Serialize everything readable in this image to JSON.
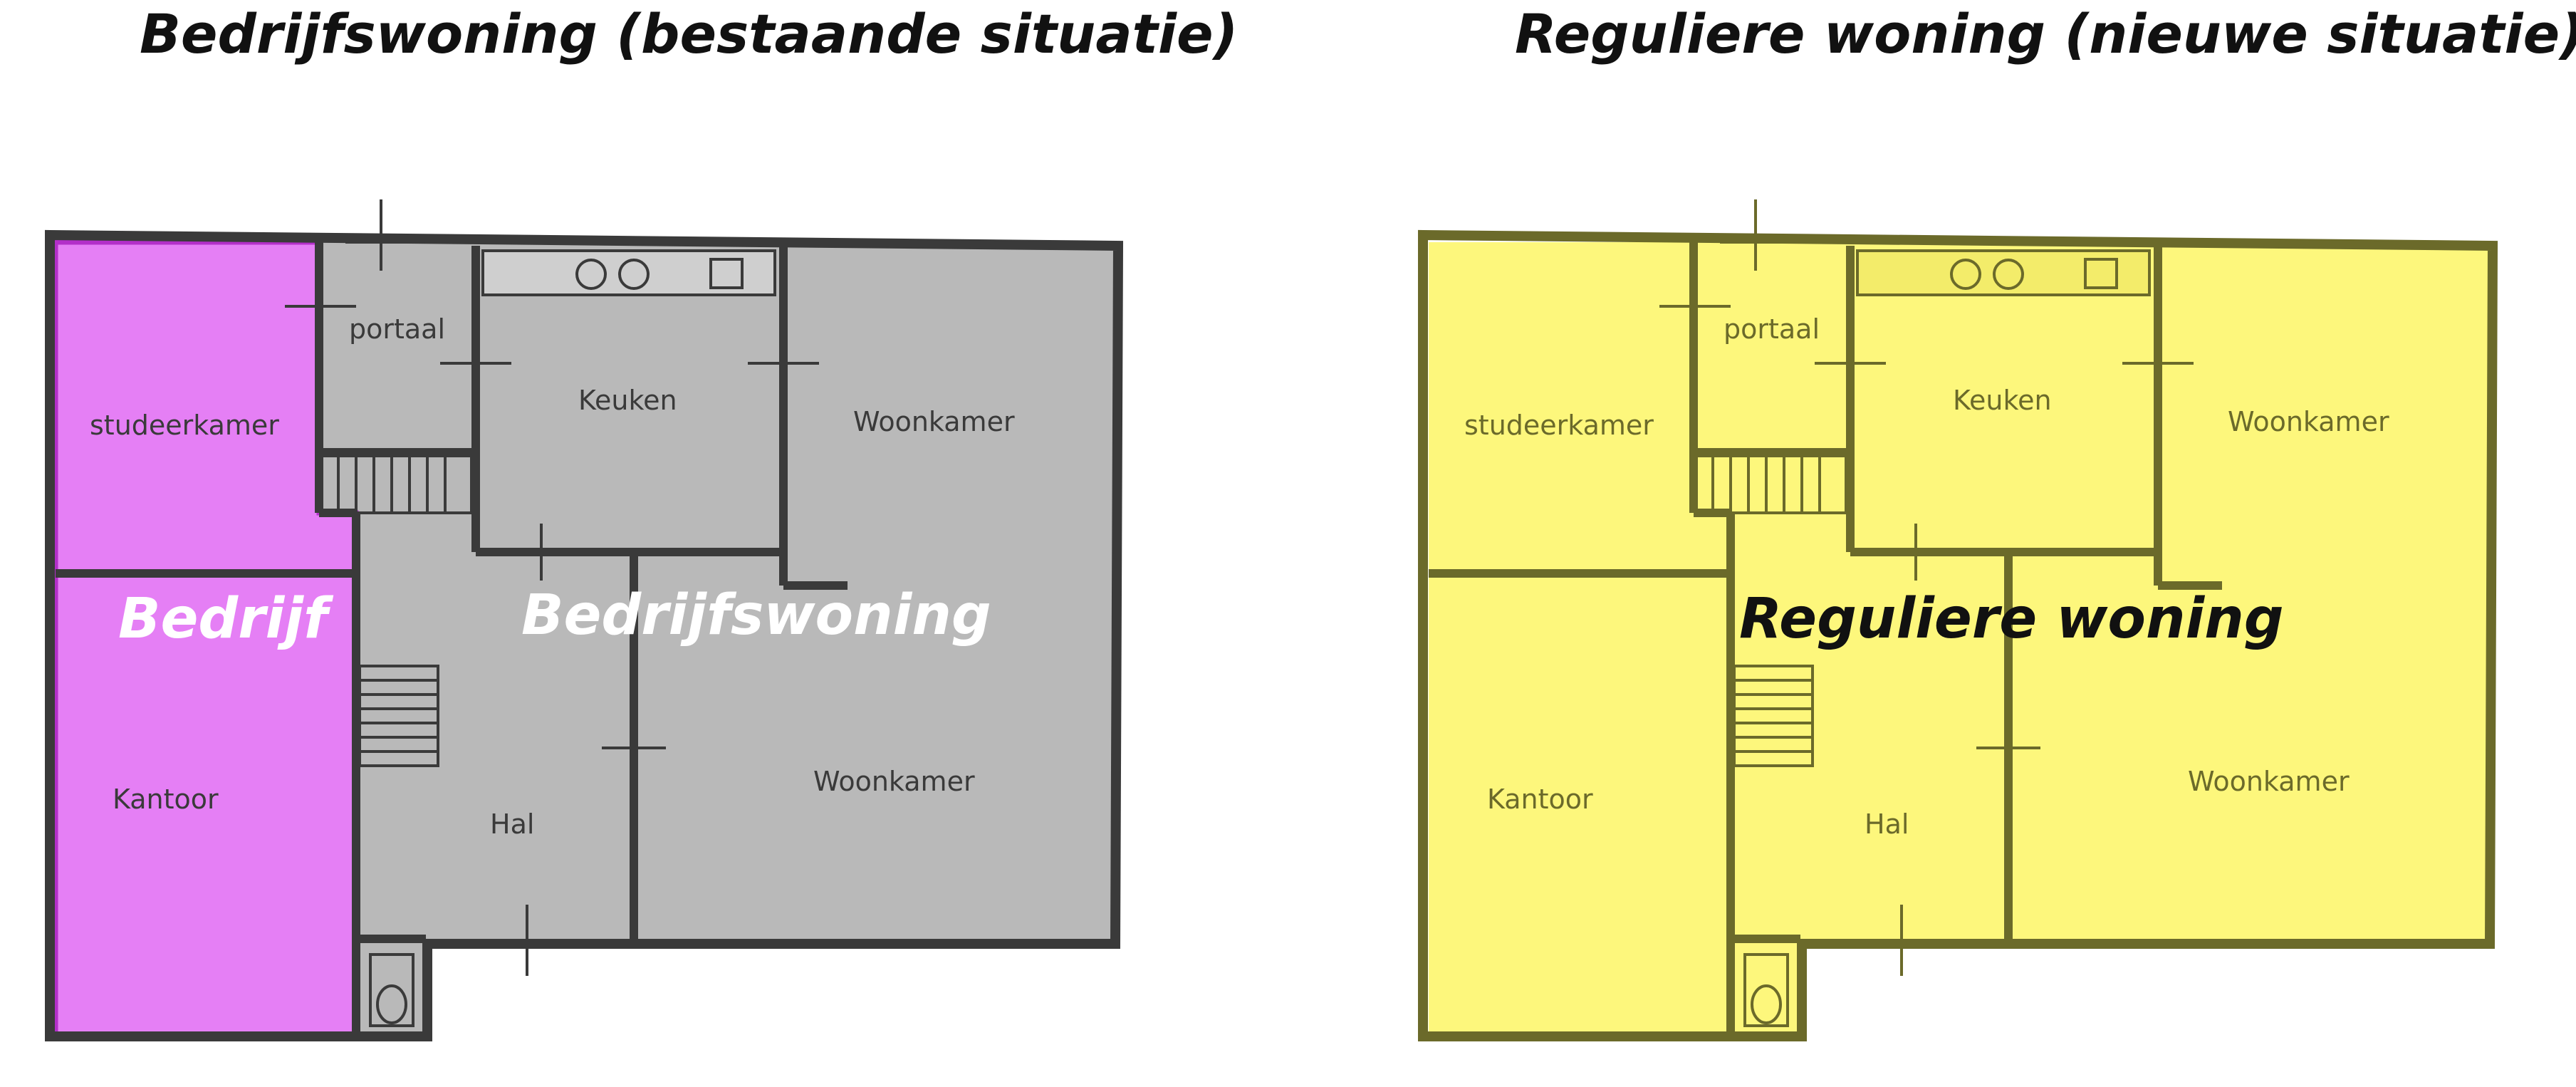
{
  "left": {
    "title": "Bedrijfswoning (bestaande situatie)",
    "overlays": {
      "business": "Bedrijf",
      "residence": "Bedrijfswoning"
    },
    "rooms": {
      "portaal": "portaal",
      "keuken": "Keuken",
      "woonkamer_top": "Woonkamer",
      "studeerkamer": "studeerkamer",
      "kantoor": "Kantoor",
      "hal": "Hal",
      "woonkamer_bottom": "Woonkamer"
    }
  },
  "right": {
    "title": "Reguliere woning (nieuwe situatie)",
    "overlays": {
      "residence": "Reguliere woning"
    },
    "rooms": {
      "portaal": "portaal",
      "keuken": "Keuken",
      "woonkamer_top": "Woonkamer",
      "studeerkamer": "studeerkamer",
      "kantoor": "Kantoor",
      "hal": "Hal",
      "woonkamer_bottom": "Woonkamer"
    }
  },
  "colors": {
    "business_fill": "#e57ff5",
    "business_outline": "#b32fc9",
    "residence_fill": "#b9b9b9",
    "new_fill": "#fdf77c",
    "walls": "#3a3a3a",
    "overlay_text_light": "#ffffff",
    "overlay_text_dark": "#111111"
  }
}
